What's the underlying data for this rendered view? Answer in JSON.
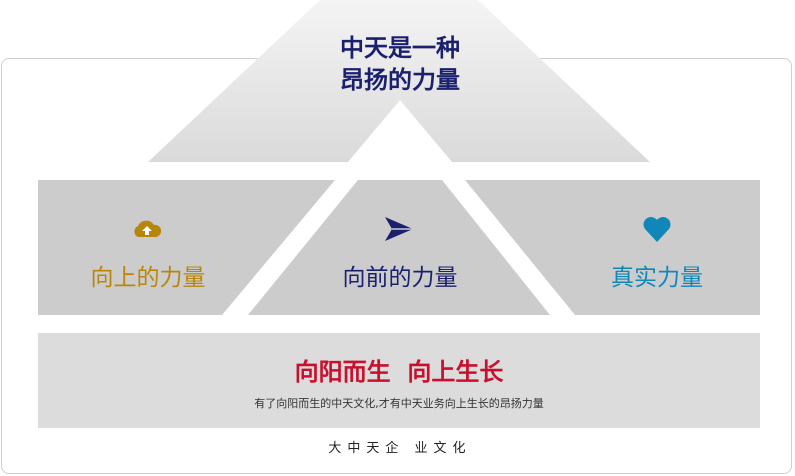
{
  "title_line1": "中天是一种",
  "title_line2": "昂扬的力量",
  "pillars": [
    {
      "label": "向上的力量",
      "icon": "cloud-upload-icon",
      "color": "#b8860b"
    },
    {
      "label": "向前的力量",
      "icon": "send-arrow-icon",
      "color": "#1a1f6e"
    },
    {
      "label": "真实力量",
      "icon": "heart-icon",
      "color": "#1187b8"
    }
  ],
  "motto": "向阳而生  向上生长",
  "subtitle": "有了向阳而生的中天文化,才有中天业务向上生长的昂扬力量",
  "footer": "大中天企 业文化",
  "colors": {
    "motto": "#c8102e",
    "title": "#1a1f6e"
  }
}
